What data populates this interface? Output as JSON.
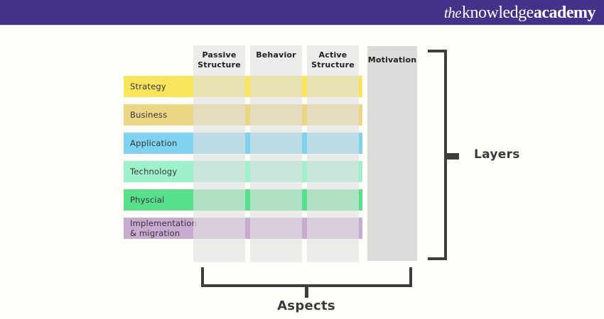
{
  "header": {
    "background": "#453189",
    "logo": {
      "the": "the",
      "knowledge": "knowledge",
      "academy": "academy"
    }
  },
  "diagram": {
    "columns": [
      {
        "label": "Passive Structure"
      },
      {
        "label": "Behavior"
      },
      {
        "label": "Active Structure"
      }
    ],
    "motivation": {
      "label": "Motivation",
      "color": "#dbdbdb",
      "textured": true
    },
    "rows": [
      {
        "label": "Strategy",
        "color": "#f9e45c",
        "textured": false
      },
      {
        "label": "Business",
        "color": "#ebd685",
        "textured": true
      },
      {
        "label": "Application",
        "color": "#7fd3f0",
        "textured": false
      },
      {
        "label": "Technology",
        "color": "#9ff1ce",
        "textured": false
      },
      {
        "label": "Physcial",
        "color": "#58e08d",
        "textured": false
      },
      {
        "label": "Implementation & migration",
        "color": "#c9abd1",
        "textured": true
      }
    ],
    "strip_overlay_color": "rgba(225,225,225,0.65)"
  },
  "annotations": {
    "layers_label": "Layers",
    "aspects_label": "Aspects"
  }
}
